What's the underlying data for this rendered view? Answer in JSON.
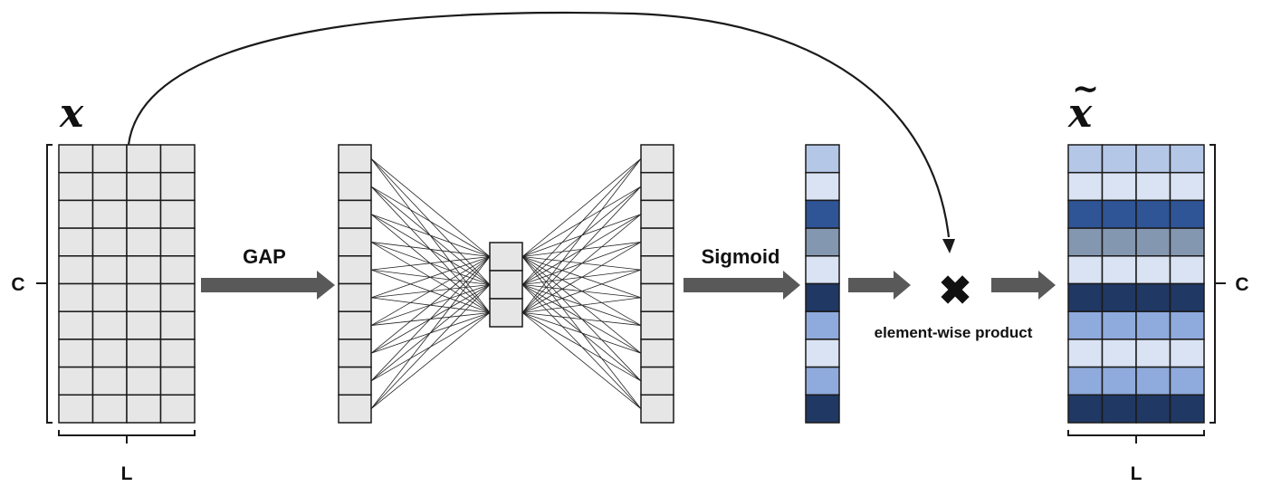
{
  "labels": {
    "input_symbol": "x",
    "output_symbol": "x",
    "output_tilde": "~",
    "gap": "GAP",
    "sigmoid": "Sigmoid",
    "product": "element-wise product",
    "multiply_symbol": "✖",
    "c_left": "C",
    "c_right": "C",
    "l_left": "L",
    "l_right": "L"
  },
  "colors": {
    "grid_fill": "#e7e6e6",
    "arrow": "#595959",
    "stroke": "#1a1a1a"
  },
  "weights": {
    "row_colors": [
      "#b4c7e7",
      "#dae3f3",
      "#2f5597",
      "#8497b0",
      "#dae3f3",
      "#203864",
      "#8faadc",
      "#dae3f3",
      "#8faadc",
      "#203864"
    ]
  },
  "network": {
    "outer_nodes": 10,
    "hidden_nodes": 3
  }
}
